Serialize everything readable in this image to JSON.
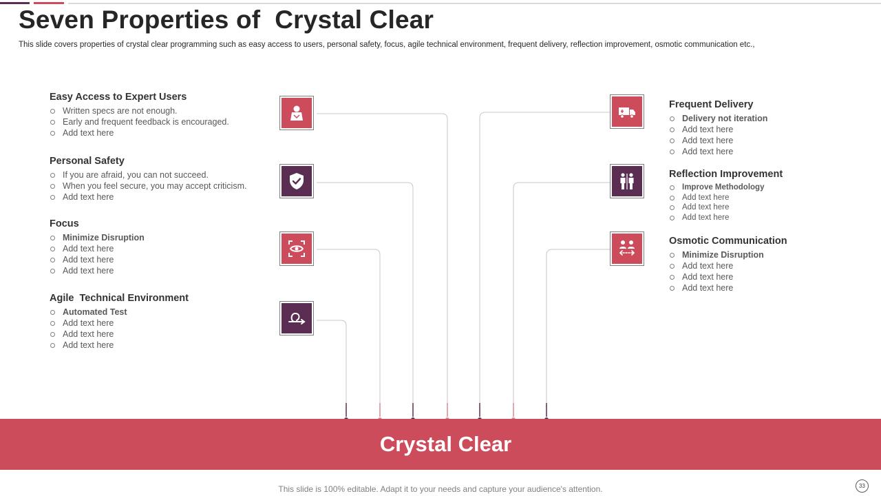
{
  "title": "Seven Properties of  Crystal Clear",
  "subtitle": "This slide covers properties of crystal clear programming such as easy access to users, personal safety, focus, agile technical environment, frequent delivery, reflection improvement, osmotic communication etc.,",
  "colors": {
    "accent": "#cd4c5c",
    "dark_plum": "#5b2d52",
    "bar_red": "#d9888f"
  },
  "left_sections": [
    {
      "heading": "Easy Access to Expert Users",
      "icon": "expert-user-icon",
      "bullets": [
        "Written specs are not enough.",
        "Early and frequent feedback is encouraged.",
        "Add text here"
      ]
    },
    {
      "heading": "Personal Safety",
      "icon": "shield-check-icon",
      "bullets": [
        "If you are afraid, you can not succeed.",
        "When you feel secure, you may accept criticism.",
        "Add text here"
      ]
    },
    {
      "heading": "Focus",
      "icon": "eye-focus-icon",
      "bullets": [
        "Minimize Disruption",
        "Add text here",
        "Add text here",
        "Add text here"
      ]
    },
    {
      "heading": "Agile  Technical Environment",
      "icon": "agile-loop-icon",
      "bullets": [
        "Automated Test",
        "Add text here",
        "Add text here",
        "Add text here"
      ]
    }
  ],
  "right_sections": [
    {
      "heading": "Frequent Delivery",
      "icon": "delivery-truck-icon",
      "bullets": [
        "Delivery not iteration",
        "Add text here",
        "Add text here",
        "Add text here"
      ]
    },
    {
      "heading": "Reflection Improvement",
      "icon": "people-icon",
      "bullets": [
        "Improve Methodology",
        "Add text here",
        "Add text here",
        "Add text here"
      ]
    },
    {
      "heading": "Osmotic Communication",
      "icon": "communication-icon",
      "bullets": [
        "Minimize Disruption",
        "Add text here",
        "Add text here",
        "Add text here"
      ]
    }
  ],
  "banner_title": "Crystal Clear",
  "footer_note": "This slide is 100% editable. Adapt it to your needs and capture your audience's attention.",
  "page_number": "33"
}
